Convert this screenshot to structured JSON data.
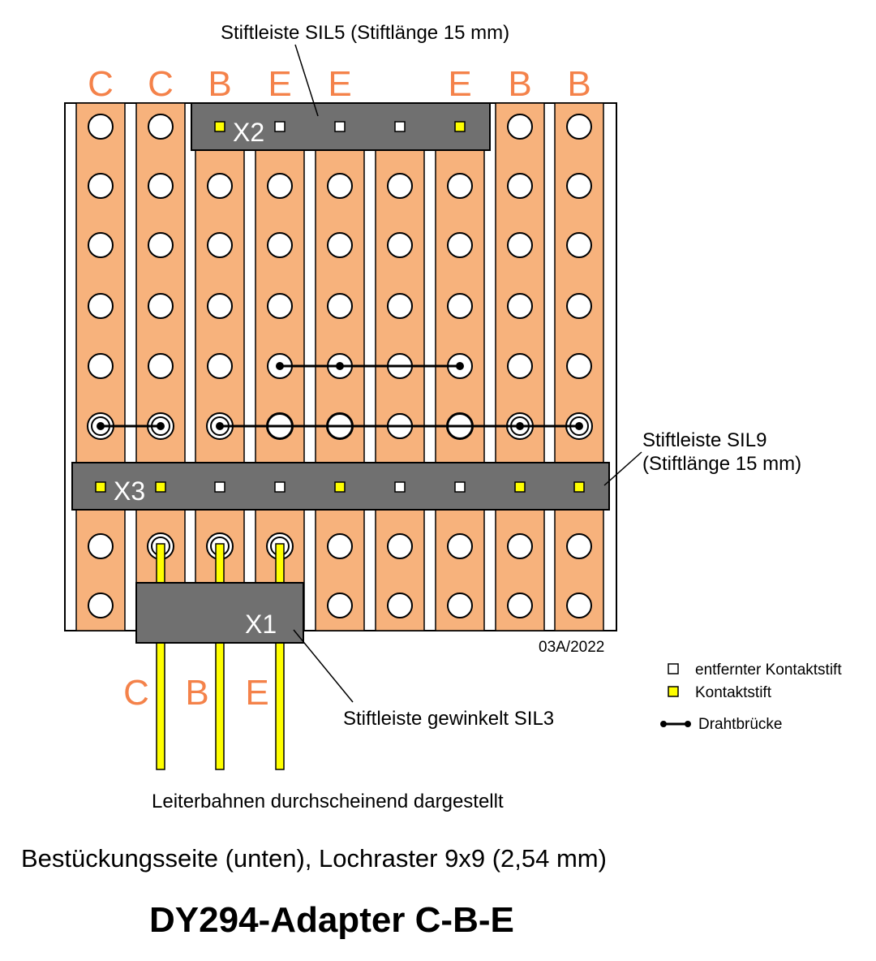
{
  "colors": {
    "strip": "#f7b27c",
    "strip_border": "#000000",
    "board": "#ffffff",
    "connector": "#707070",
    "pin_letter": "#f4824a",
    "pin_contact": "#ffff00",
    "pin_removed": "#ffffff",
    "wire": "#000000"
  },
  "top_pin_letters": [
    "C",
    "C",
    "B",
    "E",
    "E",
    "",
    "E",
    "B",
    "B"
  ],
  "bottom_pin_letters": [
    "C",
    "B",
    "E"
  ],
  "connectors": {
    "x2": {
      "name": "X2",
      "label": "Stiftleiste SIL5 (Stiftlänge 15 mm)",
      "pins": [
        "contact",
        "removed",
        "removed",
        "removed",
        "contact"
      ]
    },
    "x3": {
      "name": "X3",
      "label_line1": "Stiftleiste SIL9",
      "label_line2": "(Stiftlänge 15 mm)",
      "pins": [
        "contact",
        "contact",
        "removed",
        "removed",
        "contact",
        "removed",
        "removed",
        "contact",
        "contact"
      ]
    },
    "x1": {
      "name": "X1",
      "label": "Stiftleiste gewinkelt SIL3"
    }
  },
  "wire_bridges": [
    {
      "row": 5,
      "from_col": 3,
      "to_col": 6
    },
    {
      "row": 6,
      "from_col": 0,
      "to_col": 1
    },
    {
      "row": 6,
      "from_col": 2,
      "to_col": 8
    }
  ],
  "version": "03A/2022",
  "legend": {
    "removed": "entfernter Kontaktstift",
    "contact": "Kontaktstift",
    "bridge": "Drahtbrücke"
  },
  "note": "Leiterbahnen durchscheinend dargestellt",
  "subtitle": "Bestückungsseite (unten), Lochraster 9x9 (2,54 mm)",
  "title": "DY294-Adapter C-B-E"
}
